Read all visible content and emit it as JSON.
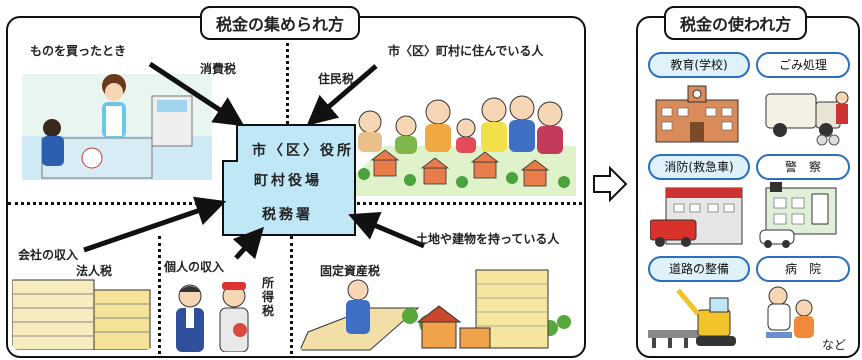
{
  "left_panel": {
    "title": "税金の集められ方",
    "shopping_label": "ものを買ったとき",
    "consumption_tax": "消費税",
    "residents_label": "市〈区〉町村に住んでいる人",
    "resident_tax": "住民税",
    "company_income_label": "会社の収入",
    "corporate_tax": "法人税",
    "personal_income_label": "個人の収入",
    "income_tax": "所得税",
    "property_label": "土地や建物を持っている人",
    "property_tax": "固定資産税",
    "office_lines": [
      "市〈区〉役所",
      "町村役場",
      "税務署"
    ]
  },
  "right_panel": {
    "title": "税金の使われ方",
    "items": [
      "教育(学校)",
      "ごみ処理",
      "消防(救急車)",
      "警　察",
      "道路の整備",
      "病　院"
    ],
    "etc_label": "など"
  },
  "colors": {
    "office_fill": "#bfe7f6",
    "pill_border": "#2a6fc0",
    "arrow": "#111111"
  }
}
